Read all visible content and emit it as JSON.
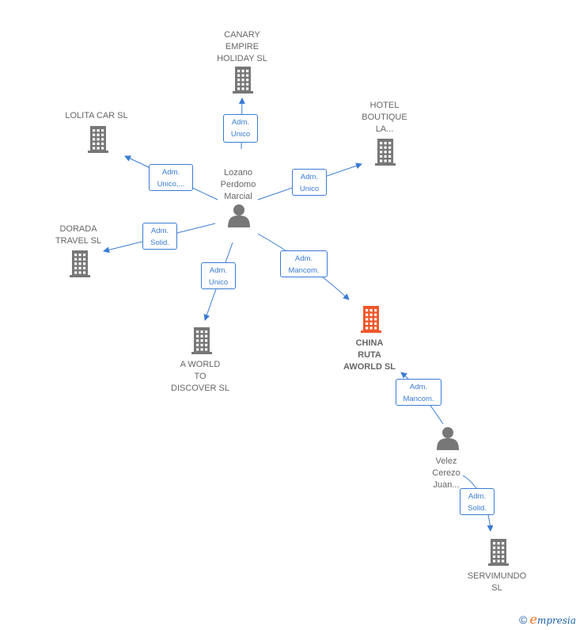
{
  "colors": {
    "edge": "#3a7bd5",
    "company": "#777777",
    "company_main": "#f0572a",
    "person": "#777777",
    "label_text": "#666666"
  },
  "nodes": [
    {
      "id": "lozano",
      "type": "person",
      "label": "Lozano\nPerdomo\nMarcial"
    },
    {
      "id": "canary",
      "type": "company",
      "label": "CANARY\nEMPIRE\nHOLIDAY  SL"
    },
    {
      "id": "lolita",
      "type": "company",
      "label": "LOLITA CAR SL"
    },
    {
      "id": "hotel",
      "type": "company",
      "label": "HOTEL\nBOUTIQUE\nLA..."
    },
    {
      "id": "dorada",
      "type": "company",
      "label": "DORADA\nTRAVEL SL"
    },
    {
      "id": "aworld",
      "type": "company",
      "label": "A WORLD\nTO\nDISCOVER  SL"
    },
    {
      "id": "china",
      "type": "company_main",
      "label": "CHINA\nRUTA\nAWORLD  SL"
    },
    {
      "id": "velez",
      "type": "person",
      "label": "Velez\nCerezo\nJuan..."
    },
    {
      "id": "servimundo",
      "type": "company",
      "label": "SERVIMUNDO\nSL"
    }
  ],
  "edges": [
    {
      "from": "lozano",
      "to": "canary",
      "label": "Adm.\nUnico"
    },
    {
      "from": "lozano",
      "to": "lolita",
      "label": "Adm.\nUnico,..."
    },
    {
      "from": "lozano",
      "to": "hotel",
      "label": "Adm.\nUnico"
    },
    {
      "from": "lozano",
      "to": "dorada",
      "label": "Adm.\nSolid."
    },
    {
      "from": "lozano",
      "to": "aworld",
      "label": "Adm.\nUnico"
    },
    {
      "from": "lozano",
      "to": "china",
      "label": "Adm.\nMancom."
    },
    {
      "from": "velez",
      "to": "china",
      "label": "Adm.\nMancom."
    },
    {
      "from": "velez",
      "to": "servimundo",
      "label": "Adm.\nSolid."
    }
  ],
  "footer": {
    "copyright": "©",
    "brand_initial": "e",
    "brand_rest": "mpresia"
  }
}
